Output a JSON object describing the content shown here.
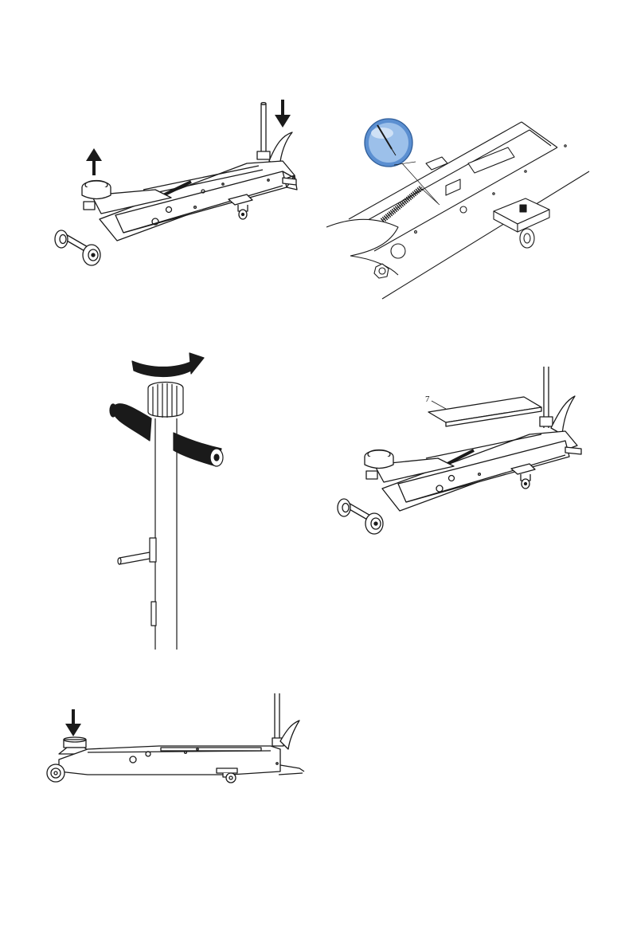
{
  "figures": [
    {
      "id": "fig-1",
      "icons": [
        "up-arrow-icon",
        "down-arrow-icon"
      ]
    },
    {
      "id": "fig-2",
      "icons": [
        "screwdriver-icon"
      ]
    },
    {
      "id": "fig-3",
      "icons": [
        "clockwise-rotate-icon"
      ]
    },
    {
      "id": "fig-4",
      "callout": "7"
    },
    {
      "id": "fig-5",
      "icons": [
        "down-arrow-icon"
      ]
    }
  ],
  "colors": {
    "line": "#1a1a1a",
    "magnifier": "#5b8fd1",
    "fill": "#ffffff"
  }
}
